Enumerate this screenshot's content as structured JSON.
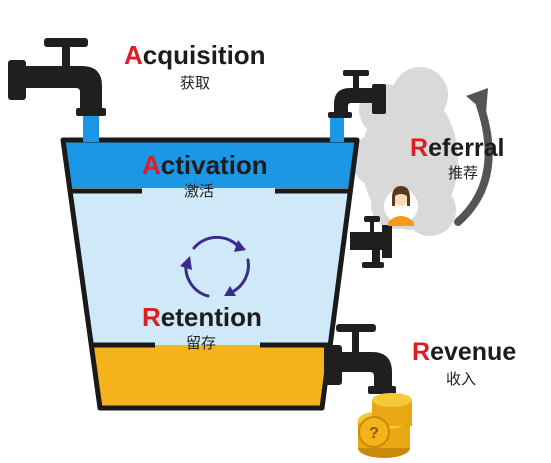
{
  "stages": [
    {
      "id": "acquisition",
      "first": "A",
      "rest": "cquisition",
      "zh": "获取"
    },
    {
      "id": "activation",
      "first": "A",
      "rest": "ctivation",
      "zh": "激活"
    },
    {
      "id": "retention",
      "first": "R",
      "rest": "etention",
      "zh": "留存"
    },
    {
      "id": "referral",
      "first": "R",
      "rest": "eferral",
      "zh": "推荐"
    },
    {
      "id": "revenue",
      "first": "R",
      "rest": "evenue",
      "zh": "收入"
    }
  ],
  "colors": {
    "accent_letter": "#e01b22",
    "text": "#1c1c1c",
    "water_top": "#1b97e6",
    "water_light": "#cfe9f8",
    "water_bottom": "#f4b21b",
    "bucket_outline": "#1a1a1a",
    "faucet": "#1f1f1f",
    "cycle_arrows": "#3a2c8c",
    "cloud": "#d5d5d5",
    "referral_arrow": "#555555",
    "coins": "#e8a813"
  },
  "icons": [
    "faucet-icon",
    "cycle-arrows-icon",
    "person-icon",
    "coin-stack-icon",
    "cloud-icon",
    "curved-arrow-icon"
  ]
}
